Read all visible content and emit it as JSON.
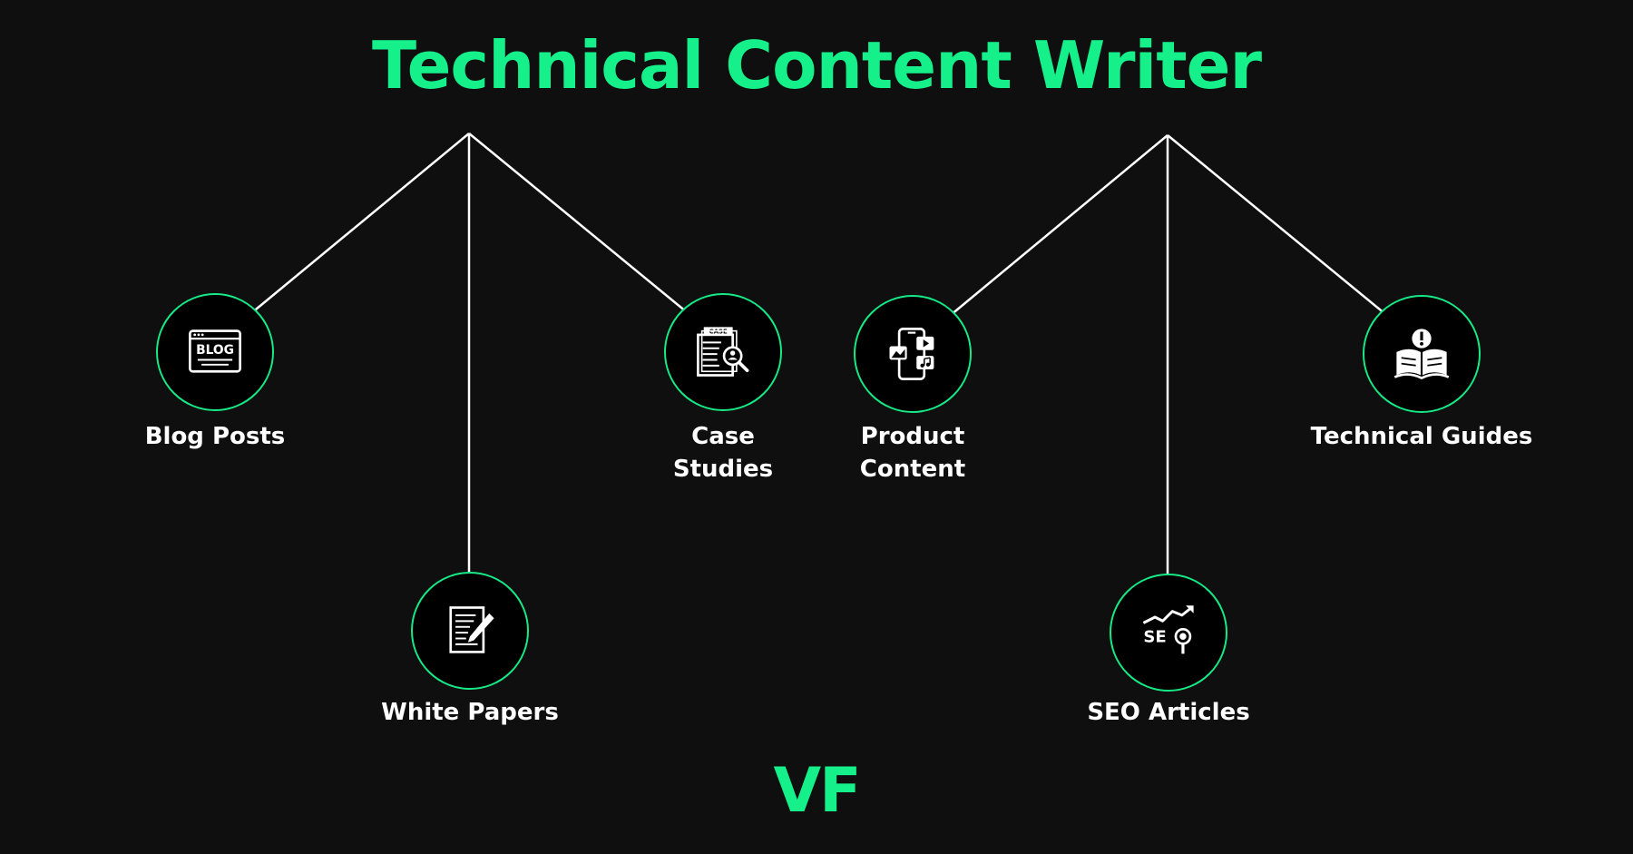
{
  "title": "Technical Content Writer",
  "logo": "VF",
  "colors": {
    "accent": "#16f08a",
    "background": "#0f0f0f",
    "text": "#ffffff",
    "node_fill": "#000000"
  },
  "nodes": [
    {
      "id": "blog-posts",
      "lines": [
        "Blog Posts"
      ],
      "icon": "blog-icon"
    },
    {
      "id": "white-papers",
      "lines": [
        "White Papers"
      ],
      "icon": "document-pen-icon"
    },
    {
      "id": "case-studies",
      "lines": [
        "Case",
        "Studies"
      ],
      "icon": "case-study-icon"
    },
    {
      "id": "product-content",
      "lines": [
        "Product",
        "Content"
      ],
      "icon": "mobile-media-icon"
    },
    {
      "id": "seo-articles",
      "lines": [
        "SEO Articles"
      ],
      "icon": "seo-icon"
    },
    {
      "id": "technical-guides",
      "lines": [
        "Technical Guides"
      ],
      "icon": "open-book-icon"
    }
  ],
  "icons": {
    "blog_word": "BLOG",
    "case_word": "CASE",
    "seo_word": "SE"
  }
}
